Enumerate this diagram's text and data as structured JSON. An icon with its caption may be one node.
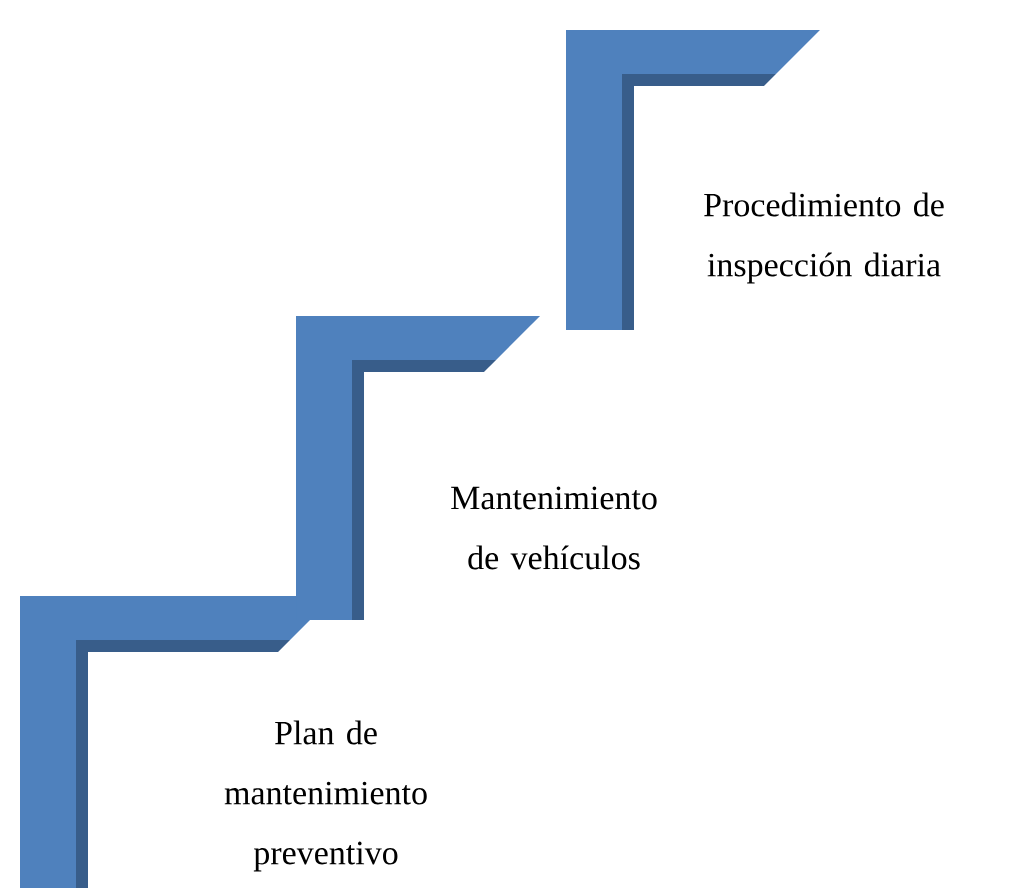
{
  "diagram": {
    "nodes": [
      {
        "text": [
          "Plan de mantenimiento preventivo"
        ]
      },
      {
        "text": [
          "Mantenimiento de vehículos"
        ]
      },
      {
        "text": [
          "Procedimiento de inspección diaria"
        ]
      }
    ]
  }
}
